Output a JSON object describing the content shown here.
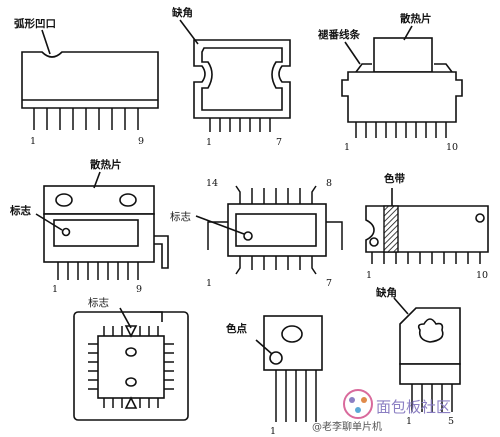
{
  "labels": {
    "arc_notch": "弧形凹口",
    "bevel_1": "缺角",
    "bevel_2": "缺角",
    "heatsink_top_right": "散热片",
    "heatsink_middle": "散热片",
    "mark_1": "标志",
    "mark_2": "标志",
    "mark_3": "标志",
    "color_band": "色带",
    "color_dot": "色点",
    "stripe": "褪番线条"
  },
  "pins": {
    "a_first": "1",
    "a_last": "9",
    "b_first": "1",
    "b_last": "7",
    "c_first": "1",
    "c_last": "10",
    "d_first": "1",
    "d_last": "9",
    "e_top_left": "14",
    "e_top_right": "8",
    "e_bottom_left": "1",
    "e_bottom_right": "7",
    "f_first": "1",
    "f_last": "10",
    "h_first": "1",
    "i_first": "1",
    "i_last": "5"
  },
  "watermark": {
    "main": "面包板社区",
    "sub": "@老李聊单片机"
  },
  "colors": {
    "ink": "#111111",
    "watermark": "#8b7fc3"
  }
}
